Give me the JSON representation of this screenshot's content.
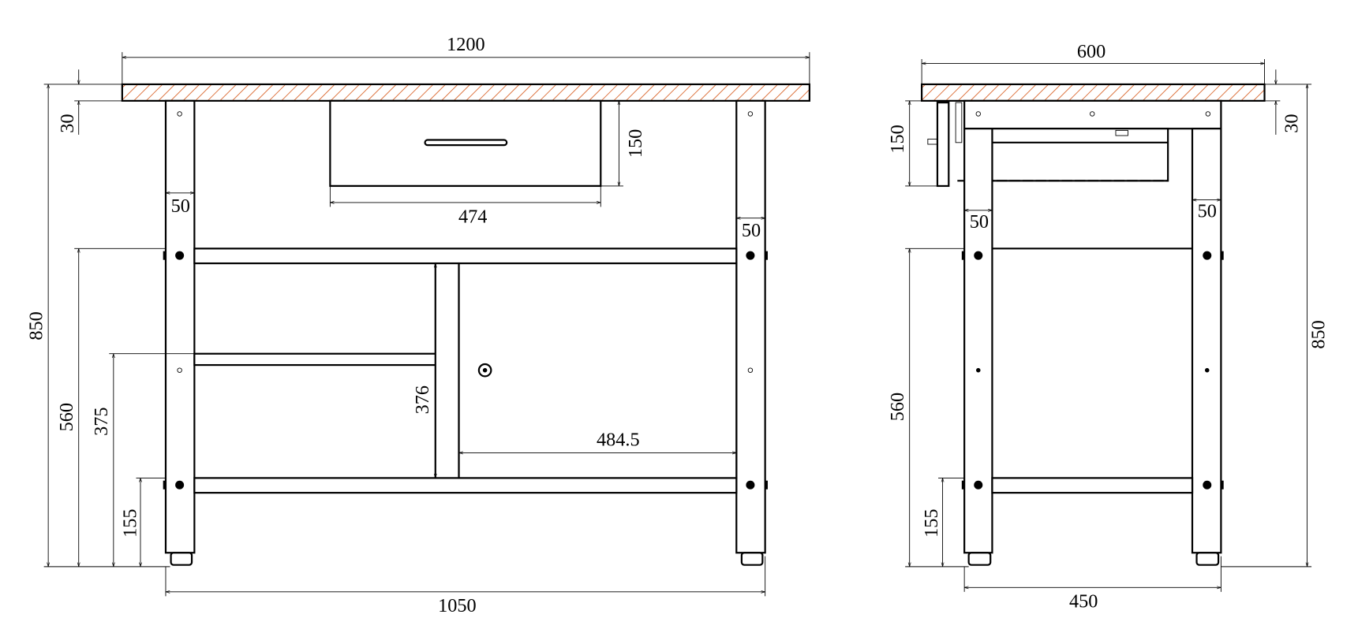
{
  "colors": {
    "hatch": "#d9642a",
    "line": "#000000"
  },
  "front_view": {
    "dims": {
      "top_width": "1200",
      "top_thickness": "30",
      "drawer_height": "150",
      "drawer_width": "474",
      "leg_width_left": "50",
      "leg_width_right": "50",
      "total_height": "850",
      "upper_shelf_height": "560",
      "middle_shelf_height": "375",
      "lower_shelf_height": "155",
      "cabinet_height": "376",
      "door_width": "484.5",
      "leg_span": "1050"
    }
  },
  "side_view": {
    "dims": {
      "top_depth": "600",
      "drawer_height": "150",
      "top_thickness": "30",
      "leg_width_left": "50",
      "leg_width_right": "50",
      "total_height": "850",
      "upper_shelf_height": "560",
      "lower_shelf_height": "155",
      "leg_span": "450"
    }
  }
}
